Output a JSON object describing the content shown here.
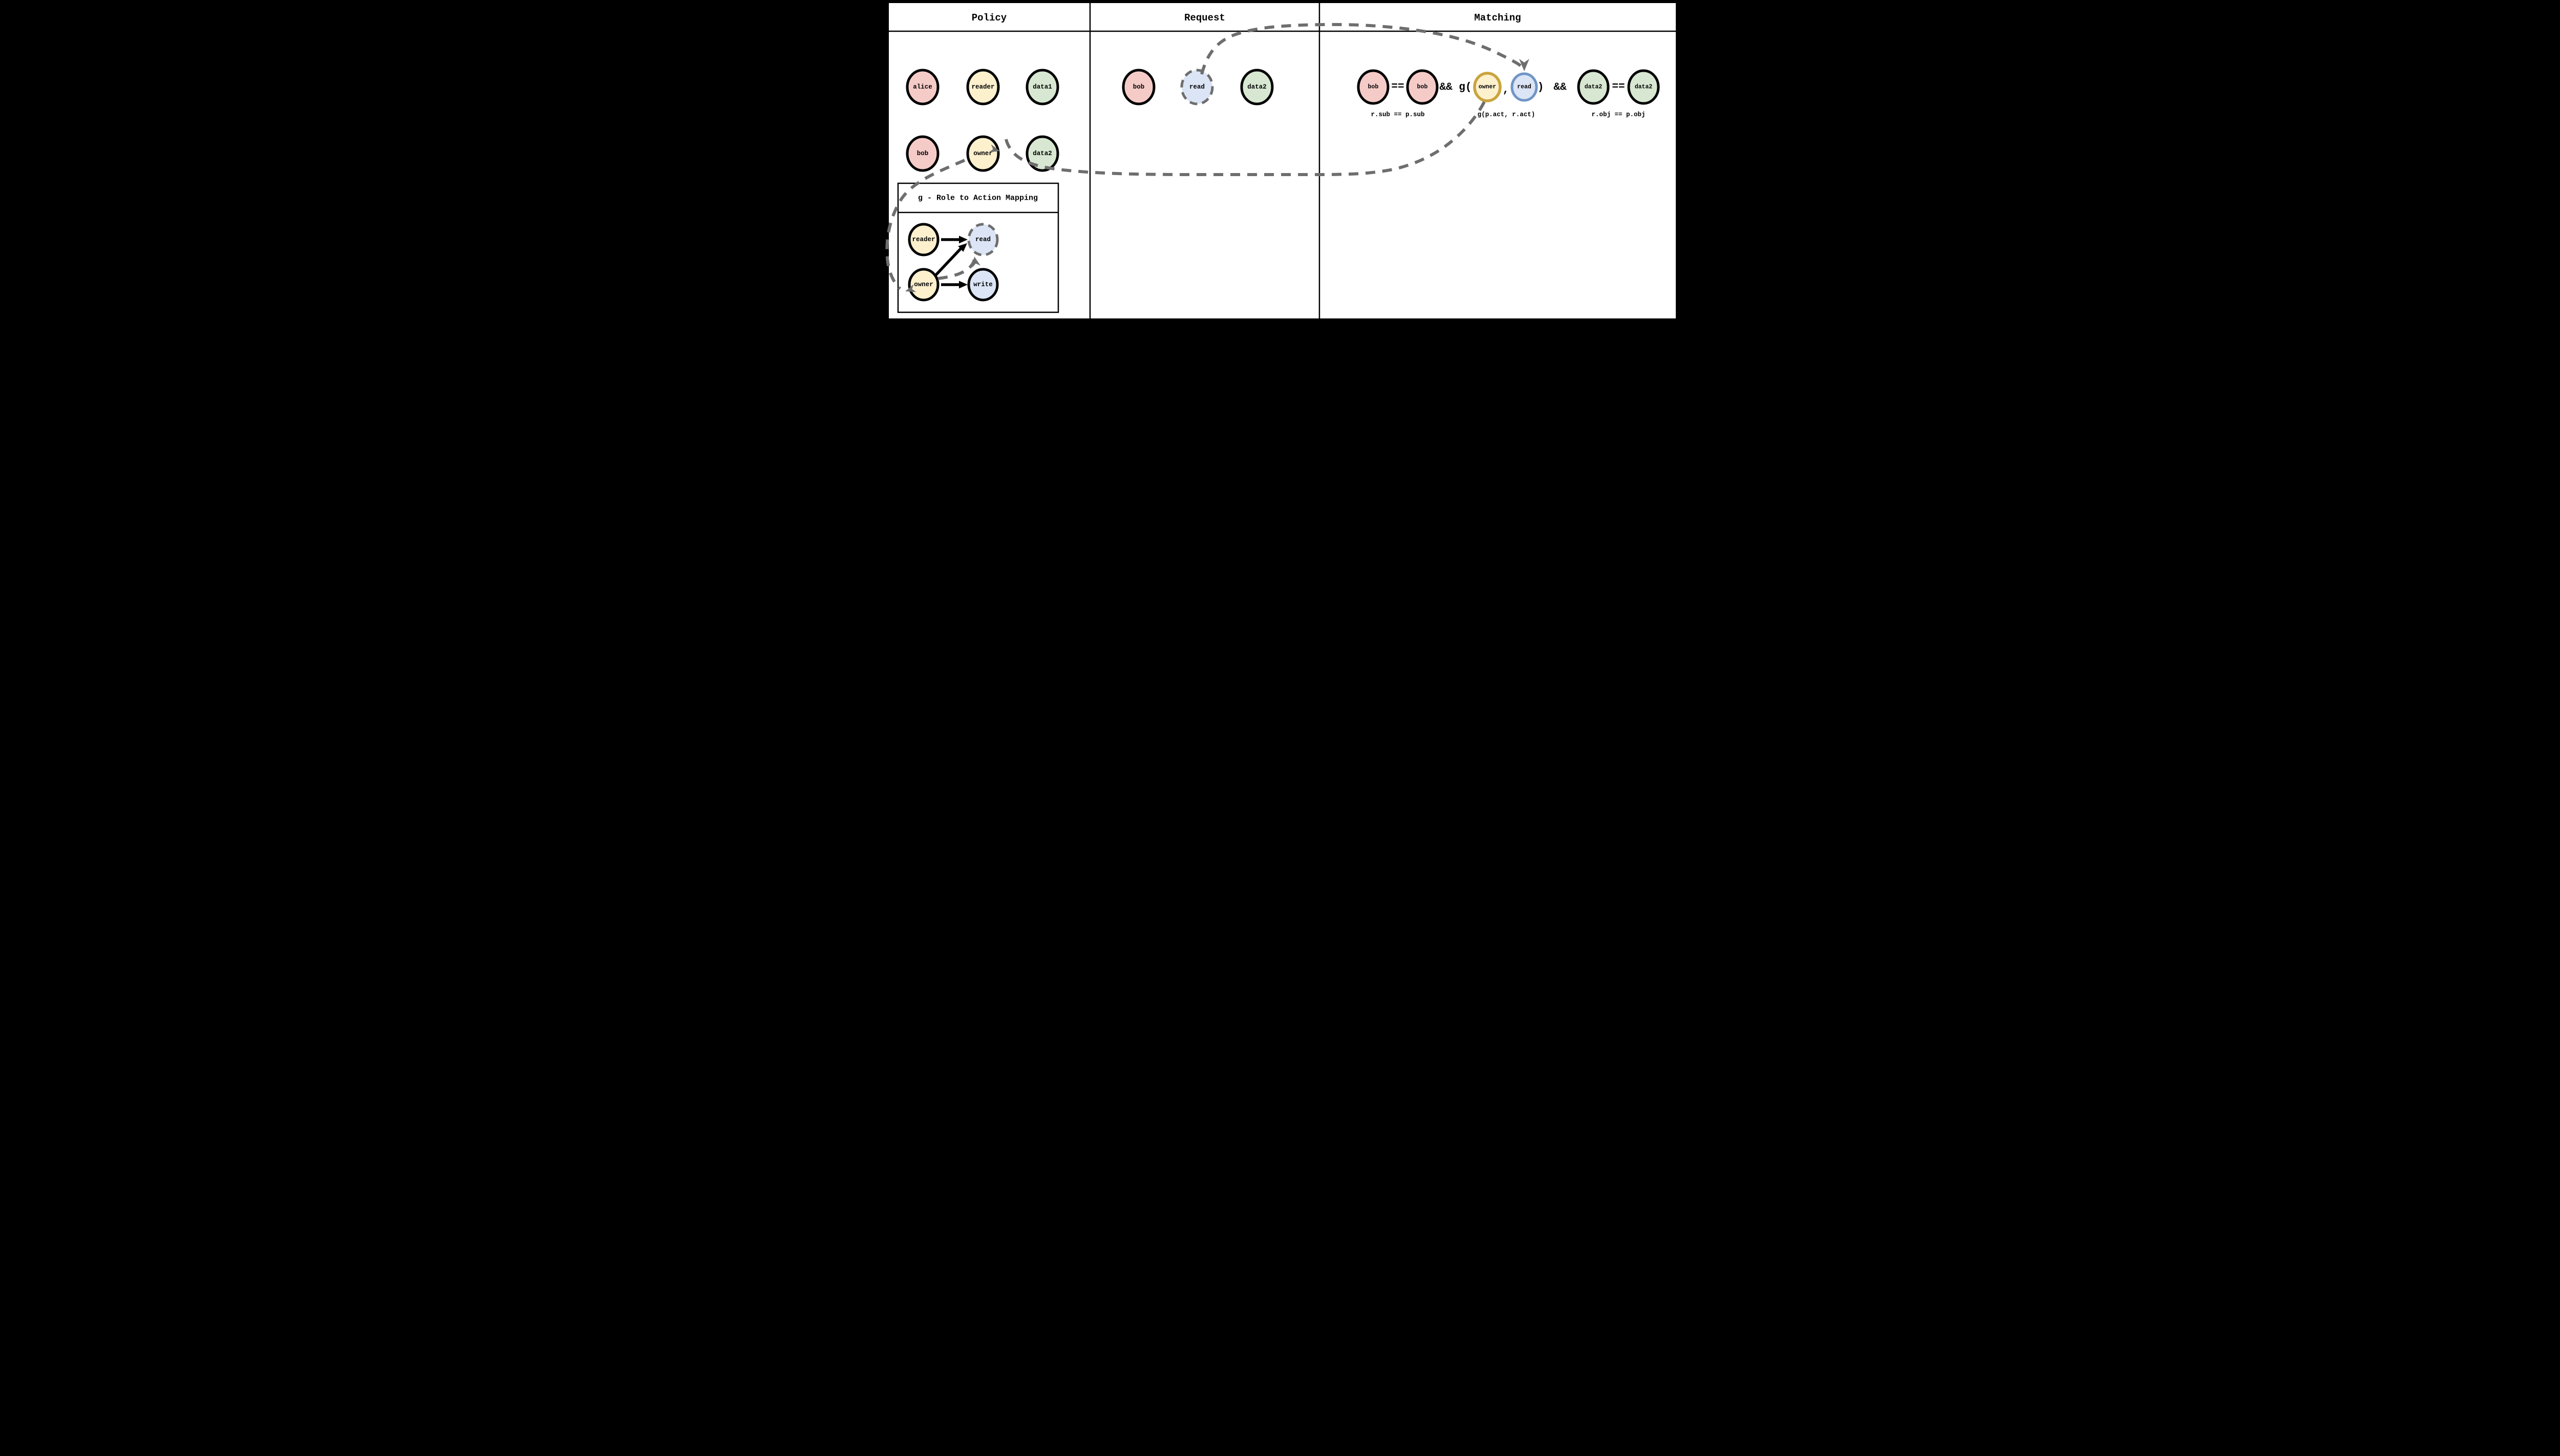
{
  "colors": {
    "frame": "#000000",
    "background": "#ffffff",
    "line": "#000000",
    "pink_fill": "#F5CBC8",
    "yellow_fill": "#FCF0CD",
    "green_fill": "#D7E7D1",
    "blue_fill": "#DBE5F6",
    "gold_border": "#C9A43D",
    "blue_border": "#7195C6",
    "black_border": "#000000",
    "gray_dash": "#6E6E6E"
  },
  "headers": {
    "policy": "Policy",
    "request": "Request",
    "matching": "Matching"
  },
  "policy": {
    "nodes": [
      {
        "label": "alice",
        "color": "pink",
        "border": "solid-black"
      },
      {
        "label": "reader",
        "color": "yellow",
        "border": "solid-black"
      },
      {
        "label": "data1",
        "color": "green",
        "border": "solid-black"
      },
      {
        "label": "bob",
        "color": "pink",
        "border": "solid-black"
      },
      {
        "label": "owner",
        "color": "yellow",
        "border": "solid-black"
      },
      {
        "label": "data2",
        "color": "green",
        "border": "solid-black"
      }
    ]
  },
  "g_box": {
    "title": "g - Role to Action Mapping",
    "nodes": [
      {
        "label": "reader",
        "color": "yellow",
        "border": "solid-black"
      },
      {
        "label": "read",
        "color": "blue",
        "border": "dashed-gray"
      },
      {
        "label": "owner",
        "color": "yellow",
        "border": "solid-black"
      },
      {
        "label": "write",
        "color": "blue",
        "border": "solid-black"
      }
    ],
    "edges": [
      {
        "from": "reader",
        "to": "read"
      },
      {
        "from": "owner",
        "to": "read"
      },
      {
        "from": "owner",
        "to": "write"
      }
    ]
  },
  "request": {
    "nodes": [
      {
        "label": "bob",
        "color": "pink",
        "border": "solid-black"
      },
      {
        "label": "read",
        "color": "blue",
        "border": "dashed-gray"
      },
      {
        "label": "data2",
        "color": "green",
        "border": "solid-black"
      }
    ]
  },
  "matching": {
    "expression": {
      "r_sub": "bob",
      "op_eq_sub": "==",
      "p_sub": "bob",
      "op_and_g_open": "&& g(",
      "g_role": "owner",
      "comma": ",",
      "g_action": "read",
      "close_paren": ")",
      "op_and": "&&",
      "r_obj": "data2",
      "op_eq_obj": "==",
      "p_obj": "data2"
    },
    "sublabels": {
      "sub": "r.sub == p.sub",
      "act": "g(p.act, r.act)",
      "obj": "r.obj == p.obj"
    }
  },
  "flow_arrows": [
    {
      "from": "request.read",
      "to": "matching.read",
      "style": "dashed-gray"
    },
    {
      "from": "matching.owner",
      "to": "policy.owner",
      "style": "dashed-gray"
    },
    {
      "from": "policy.owner",
      "to": "g_box.owner",
      "style": "dashed-gray"
    },
    {
      "from": "g_box.owner",
      "to": "g_box.read",
      "style": "dashed-gray"
    }
  ]
}
